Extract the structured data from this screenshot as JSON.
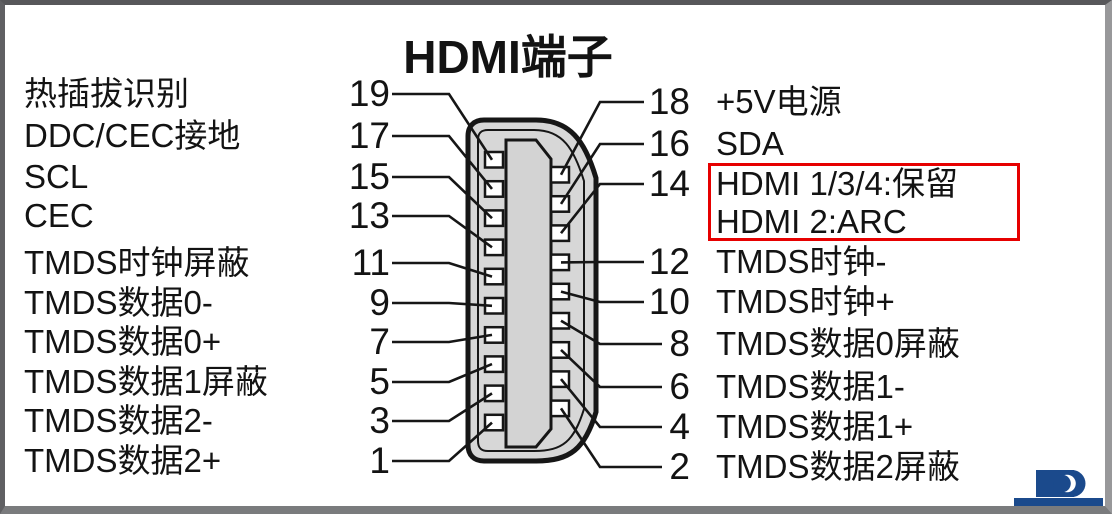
{
  "title": "HDMI端子",
  "diagram": {
    "left_rows": [
      {
        "pin": "19",
        "label": "热插拔识别"
      },
      {
        "pin": "17",
        "label": "DDC/CEC接地"
      },
      {
        "pin": "15",
        "label": "SCL"
      },
      {
        "pin": "13",
        "label": "CEC"
      },
      {
        "pin": "11",
        "label": "TMDS时钟屏蔽"
      },
      {
        "pin": "9",
        "label": "TMDS数据0-"
      },
      {
        "pin": "7",
        "label": "TMDS数据0+"
      },
      {
        "pin": "5",
        "label": "TMDS数据1屏蔽"
      },
      {
        "pin": "3",
        "label": "TMDS数据2-"
      },
      {
        "pin": "1",
        "label": "TMDS数据2+"
      }
    ],
    "right_rows": [
      {
        "pin": "18",
        "label": "+5V电源"
      },
      {
        "pin": "16",
        "label": "SDA"
      },
      {
        "pin": "14",
        "label": "HDMI 1/3/4:保留",
        "label_line2": "HDMI 2:ARC",
        "highlighted": true
      },
      {
        "pin": "12",
        "label": "TMDS时钟-"
      },
      {
        "pin": "10",
        "label": "TMDS时钟+"
      },
      {
        "pin": "8",
        "label": "TMDS数据0屏蔽"
      },
      {
        "pin": "6",
        "label": "TMDS数据1-"
      },
      {
        "pin": "4",
        "label": "TMDS数据1+"
      },
      {
        "pin": "2",
        "label": "TMDS数据2屏蔽"
      }
    ]
  },
  "colors": {
    "highlight_red": "#e60000",
    "connector_fill": "#d7d7d7",
    "tongue_fill": "#d3d3d3",
    "line_black": "#161616",
    "logo_blue": "#1b4a8c"
  }
}
